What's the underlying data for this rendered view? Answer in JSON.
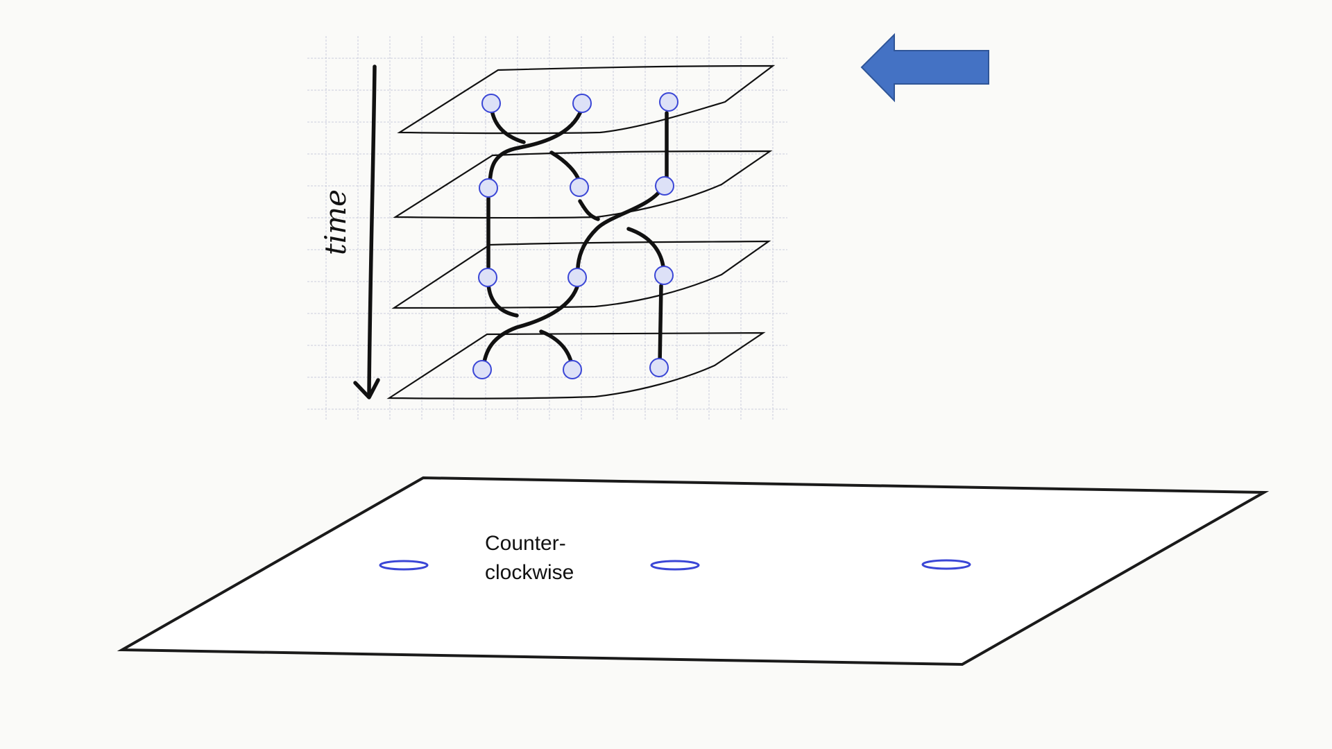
{
  "diagram": {
    "time_axis_label": "time",
    "caption_lines": [
      "Counter-",
      "clockwise"
    ],
    "colors": {
      "background": "#fafaf8",
      "grid": "#c9ccdc",
      "ink": "#111111",
      "particle_fill": "#dde1f7",
      "particle_stroke": "#3a46d6",
      "arrow_fill": "#4472c4",
      "arrow_stroke": "#2f5597"
    },
    "slices_shown": 4,
    "particles_per_slice": 3,
    "icons": [
      "left-arrow-icon",
      "time-arrow-icon"
    ]
  }
}
